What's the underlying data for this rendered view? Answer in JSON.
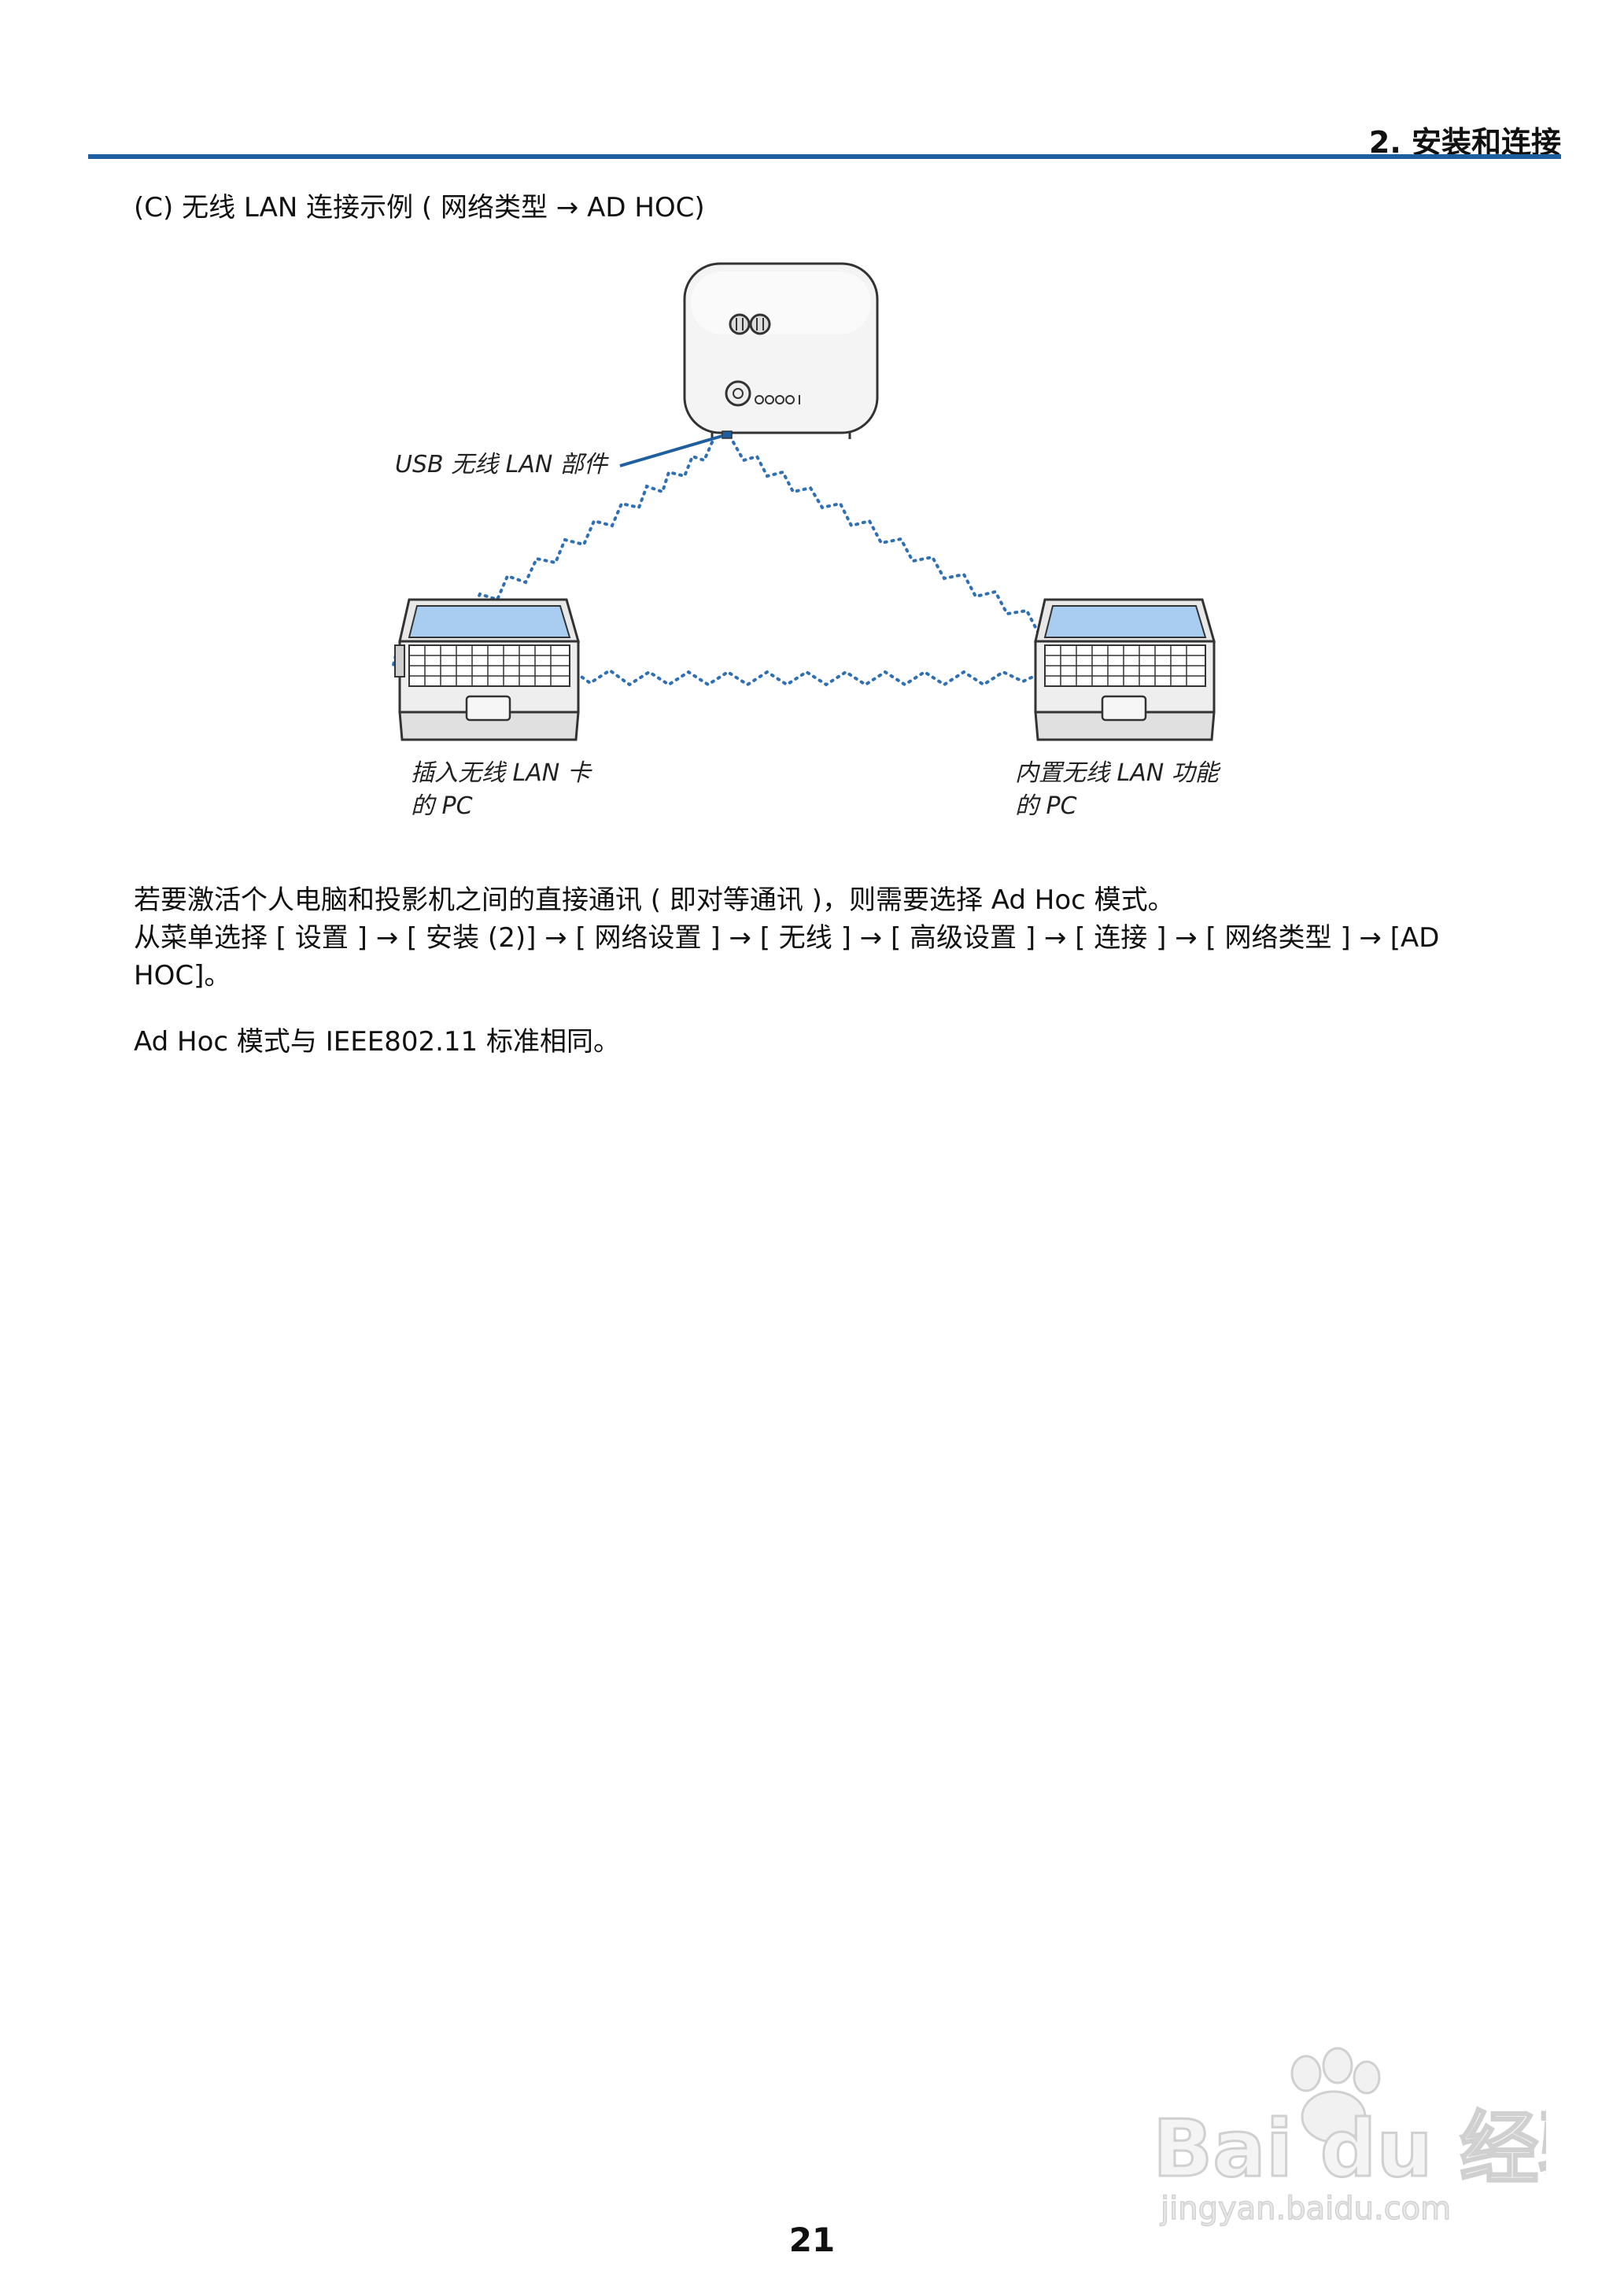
{
  "header": {
    "title": "2. 安装和连接"
  },
  "section": {
    "heading": "(C) 无线 LAN 连接示例 ( 网络类型 → AD HOC)"
  },
  "diagram": {
    "usb_label": "USB 无线 LAN 部件",
    "left_pc_line1": "插入无线 LAN 卡",
    "left_pc_line2": "的 PC",
    "right_pc_line1": "内置无线 LAN 功能",
    "right_pc_line2": "的 PC",
    "colors": {
      "signal": "#2e6fb5",
      "usb_leader": "#1f5f9f",
      "screen": "#a9cdf0"
    }
  },
  "body": {
    "p1": "若要激活个人电脑和投影机之间的直接通讯 ( 即对等通讯 )，则需要选择 Ad Hoc 模式。",
    "p2a": "从菜单选择 [ 设置 ] → [ 安装 (2)] → [ 网络设置 ] → [ 无线 ] → [ 高级设置 ] → [ 连接 ] → [ 网络类型 ] → [AD",
    "p2b": "HOC]。",
    "p3": "Ad Hoc 模式与 IEEE802.11 标准相同。"
  },
  "footer": {
    "page_number": "21"
  },
  "watermark": {
    "logo": "Bai du 经验",
    "url": "jingyan.baidu.com"
  }
}
